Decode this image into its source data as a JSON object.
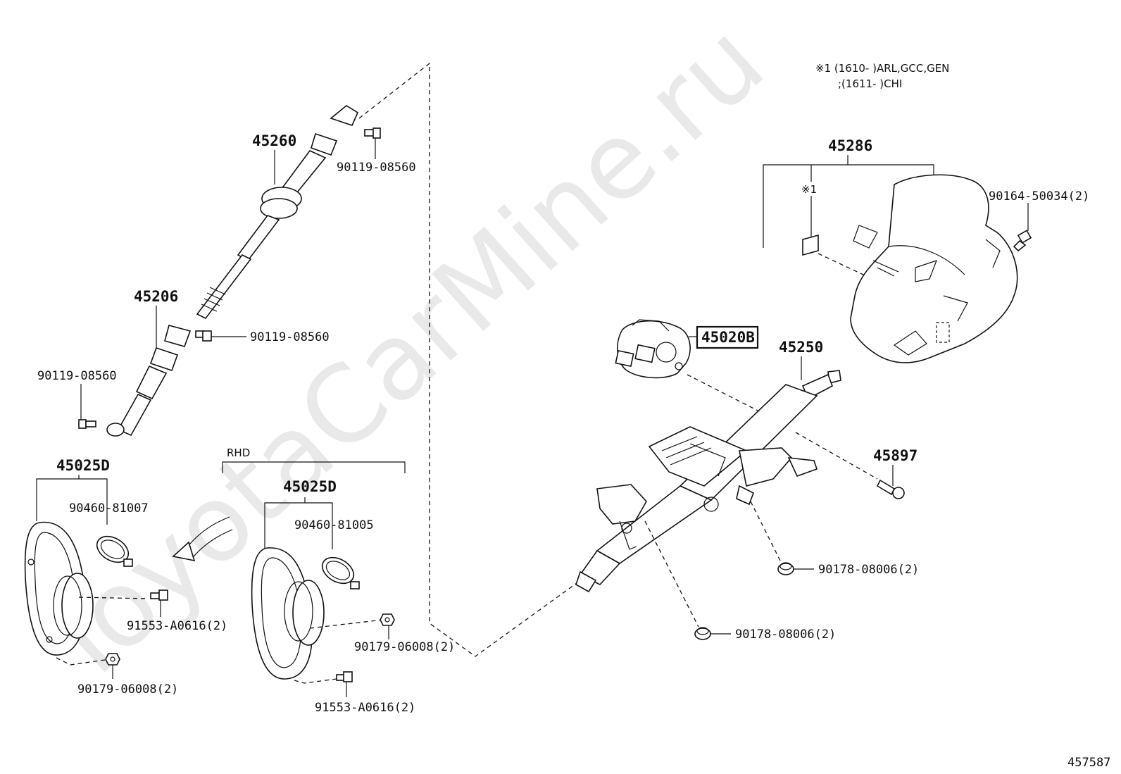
{
  "watermark": "ToyotaCarMine.ru",
  "note": {
    "line1": "※1 (1610-        )ARL,GCC,GEN",
    "line2": ";(1611-        )CHI",
    "marker": "※1"
  },
  "labels": {
    "p45260": "45260",
    "p45206": "45206",
    "bolt_a": "90119-08560",
    "bolt_b": "90119-08560",
    "bolt_c": "90119-08560",
    "rhd": "RHD",
    "p45025d_left": "45025D",
    "p45025d_right": "45025D",
    "seal_left": "90460-81007",
    "seal_right": "90460-81005",
    "bolt_91553_left": "91553-A0616(2)",
    "bolt_91553_right": "91553-A0616(2)",
    "nut_90179_left": "90179-06008(2)",
    "nut_90179_right": "90179-06008(2)",
    "p45286": "45286",
    "screw_90164": "90164-50034(2)",
    "p45020b": "45020B",
    "p45250": "45250",
    "p45897": "45897",
    "nut_90178_a": "90178-08006(2)",
    "nut_90178_b": "90178-08006(2)",
    "diagram_no": "457587"
  }
}
